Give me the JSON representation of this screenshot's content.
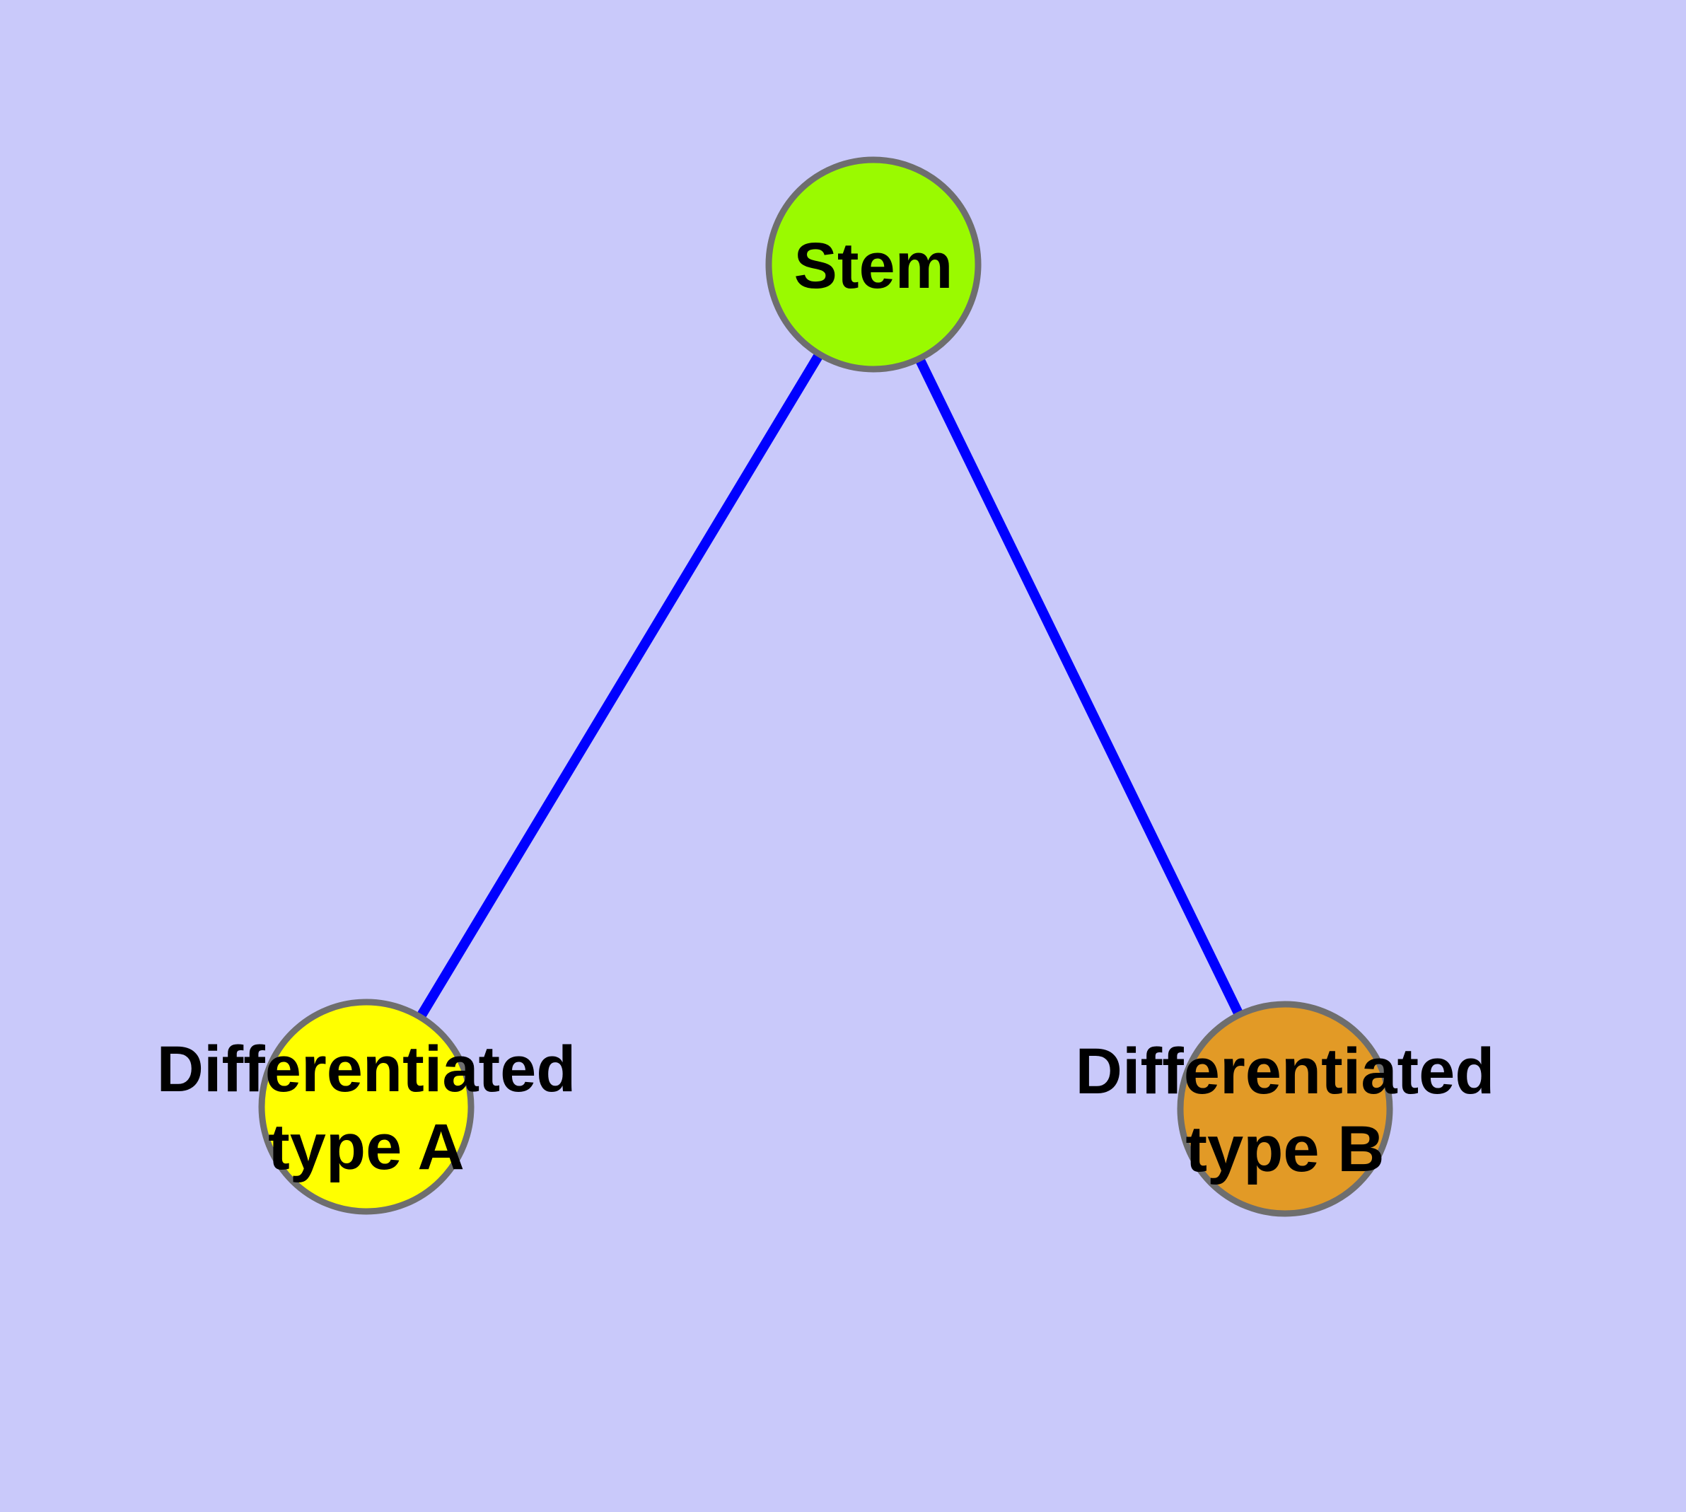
{
  "canvas": {
    "background_color": "#c9c9fa"
  },
  "diagram": {
    "type": "node-link-graph",
    "description": "Stem cell differentiation tree with one parent node and two child nodes",
    "style": {
      "edge_color": "#0000ff",
      "node_border_color": "#6e6e6e",
      "label_color": "#000000"
    },
    "nodes": [
      {
        "id": "stem",
        "label": "Stem",
        "lines": [
          "Stem"
        ],
        "shape": "circle",
        "fill": "#9afa00"
      },
      {
        "id": "differentiated-type-a",
        "label": "Differentiated type A",
        "lines": [
          "Differentiated",
          "type A"
        ],
        "shape": "circle",
        "fill": "#ffff00"
      },
      {
        "id": "differentiated-type-b",
        "label": "Differentiated type B",
        "lines": [
          "Differentiated",
          "type B"
        ],
        "shape": "circle",
        "fill": "#e29a26"
      }
    ],
    "edges": [
      {
        "from": "stem",
        "to": "differentiated-type-a",
        "color": "#0000ff"
      },
      {
        "from": "stem",
        "to": "differentiated-type-b",
        "color": "#0000ff"
      }
    ]
  }
}
